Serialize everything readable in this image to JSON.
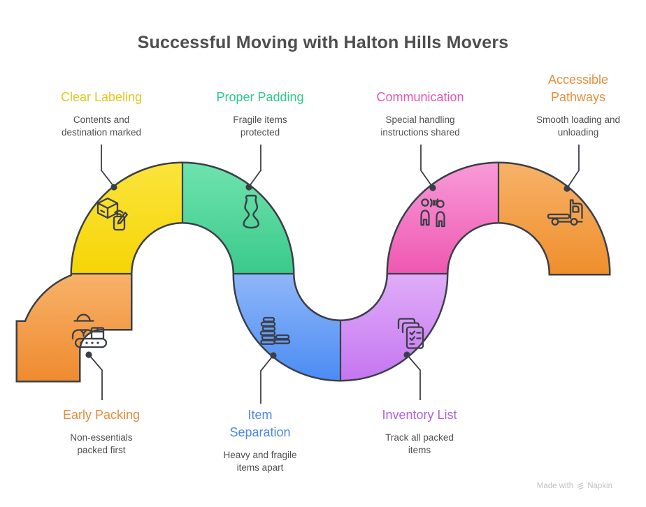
{
  "title": "Successful Moving with Halton Hills Movers",
  "colors": {
    "outline": "#3A3F47",
    "title_text": "#4E4E4E",
    "description_text": "#4F4F4F"
  },
  "steps": [
    {
      "label_lines": [
        "Early Packing"
      ],
      "description_lines": [
        "Non-essentials",
        "packed first"
      ],
      "label_color": "#E78B3B",
      "segment_gradient": [
        "#F8B269",
        "#EE8A2E"
      ],
      "label_row": "bottom",
      "icon": "worker-conveyor-icon"
    },
    {
      "label_lines": [
        "Clear Labeling"
      ],
      "description_lines": [
        "Contents and",
        "destination marked"
      ],
      "label_color": "#E2C71E",
      "segment_gradient": [
        "#FBE43C",
        "#F6D506"
      ],
      "label_row": "top",
      "icon": "package-label-icon"
    },
    {
      "label_lines": [
        "Proper Padding"
      ],
      "description_lines": [
        "Fragile items",
        "protected"
      ],
      "label_color": "#30C98C",
      "segment_gradient": [
        "#6FE3AD",
        "#3BCA8B"
      ],
      "label_row": "top",
      "icon": "vase-icon"
    },
    {
      "label_lines": [
        "Item",
        "Separation"
      ],
      "description_lines": [
        "Heavy and fragile",
        "items apart"
      ],
      "label_color": "#4B87E8",
      "segment_gradient": [
        "#8FB7F9",
        "#4A8BF3"
      ],
      "label_row": "bottom",
      "icon": "stacked-plates-icon"
    },
    {
      "label_lines": [
        "Inventory List"
      ],
      "description_lines": [
        "Track all packed",
        "items"
      ],
      "label_color": "#AF5EE9",
      "segment_gradient": [
        "#E0ADF9",
        "#C475F0"
      ],
      "label_row": "bottom",
      "icon": "checklist-pages-icon"
    },
    {
      "label_lines": [
        "Communication"
      ],
      "description_lines": [
        "Special handling",
        "instructions shared"
      ],
      "label_color": "#E456B3",
      "segment_gradient": [
        "#F99BD9",
        "#EE58B1"
      ],
      "label_row": "top",
      "icon": "people-communication-icon"
    },
    {
      "label_lines": [
        "Accessible",
        "Pathways"
      ],
      "description_lines": [
        "Smooth loading and",
        "unloading"
      ],
      "label_color": "#E78F3E",
      "segment_gradient": [
        "#F8B269",
        "#EF8F2D"
      ],
      "label_row": "top",
      "icon": "truck-icon"
    }
  ],
  "watermark": {
    "text": "Made with",
    "brand": "Napkin"
  }
}
